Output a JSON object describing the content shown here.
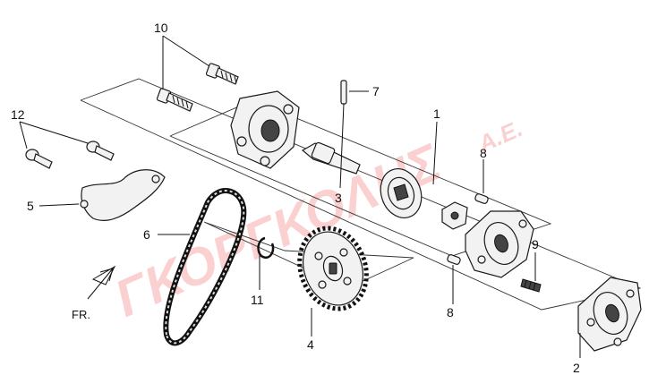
{
  "watermark": {
    "main": "ΓΚΟΡΓΚΟΛΗΣ",
    "suffix": "Α.Ε."
  },
  "direction_label": "FR.",
  "callouts": [
    "1",
    "2",
    "3",
    "4",
    "5",
    "6",
    "7",
    "8",
    "8",
    "9",
    "10",
    "11",
    "12"
  ]
}
